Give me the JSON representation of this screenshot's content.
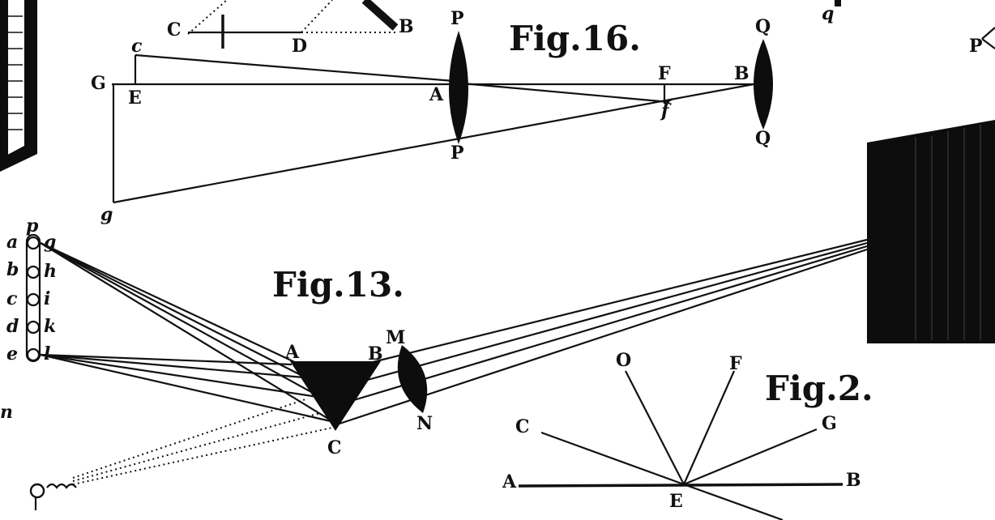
{
  "figures": {
    "fig16": {
      "title": "Fig.16.",
      "labels": {
        "C": "C",
        "D": "D",
        "B_top": "B",
        "P_top": "P",
        "P_bottom": "P",
        "Q_top": "Q",
        "Q_bottom": "Q",
        "c": "c",
        "G": "G",
        "E": "E",
        "A": "A",
        "F": "F",
        "B": "B",
        "f": "f",
        "g": "g"
      }
    },
    "fig13": {
      "title": "Fig.13.",
      "labels": {
        "p": "p",
        "a": "a",
        "b": "b",
        "c": "c",
        "d": "d",
        "e": "e",
        "g": "g",
        "h": "h",
        "i": "i",
        "k": "k",
        "l": "l",
        "A": "A",
        "B": "B",
        "C": "C",
        "M": "M",
        "N": "N",
        "side_n": "n"
      }
    },
    "fig2": {
      "title": "Fig.2.",
      "labels": {
        "O": "O",
        "F": "F",
        "C": "C",
        "G": "G",
        "A": "A",
        "B": "B",
        "E": "E"
      }
    },
    "edge_fragments": {
      "q": "q",
      "P": "P"
    },
    "colors": {
      "ink": "#111111",
      "paper": "#ffffff"
    }
  }
}
